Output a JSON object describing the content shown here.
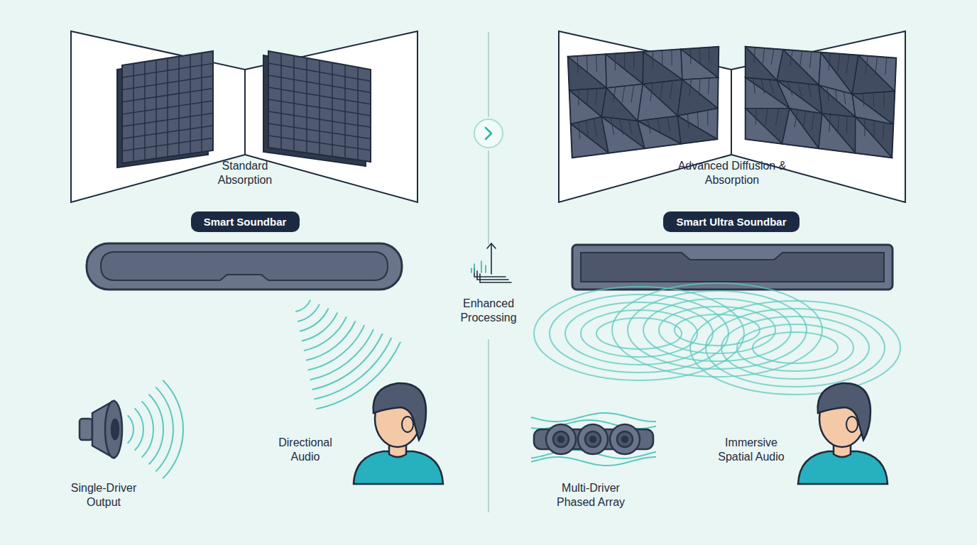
{
  "diagram": {
    "nodes": [
      {
        "text": [
          "Smart Soundbar"
        ]
      },
      {
        "text": [
          "Smart Ultra Soundbar"
        ]
      }
    ],
    "labels": [
      "Standard Absorption",
      "Advanced Diffusion & Absorption",
      "Enhanced Processing",
      "Directional Audio",
      "Single-Driver Output",
      "Multi-Driver Phased Array",
      "Immersive Spatial Audio"
    ]
  }
}
